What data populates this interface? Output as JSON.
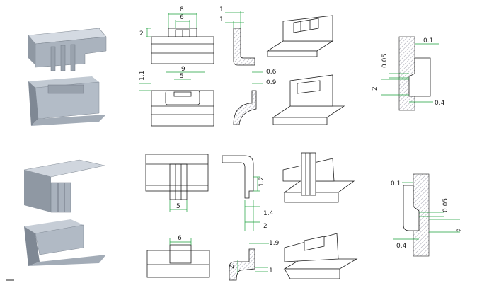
{
  "colors": {
    "line": "#1f1f1f",
    "dimension": "#1a9f3a",
    "hatch": "#8a8a9a",
    "shade_light": "#c9d0d9",
    "shade_mid": "#a9b2bd",
    "shade_dark": "#7f8894"
  },
  "top_front_view": {
    "width_outer": "8",
    "width_inner": "6",
    "height": "2"
  },
  "top_side_view": {
    "top_dim": "1",
    "mid_dim": "1"
  },
  "top_lower_front": {
    "width_outer": "9",
    "width_inner": "5",
    "height": "1.1"
  },
  "top_lower_side": {
    "dim_a": "0.6",
    "dim_b": "0.9"
  },
  "top_detail": {
    "d1": "0.1",
    "d2": "0.05",
    "d3": "2",
    "d4": "0.4"
  },
  "bottom_front_view": {
    "width": "5"
  },
  "bottom_side_view": {
    "d1": "1.2",
    "d2": "1.4",
    "d3": "2"
  },
  "bottom_lower_front": {
    "width": "6"
  },
  "bottom_lower_side": {
    "d1": "1.9",
    "d2": "2",
    "d3": "1"
  },
  "bottom_detail": {
    "d1": "0.1",
    "d2": "0.05",
    "d3": "2",
    "d4": "0.4"
  }
}
